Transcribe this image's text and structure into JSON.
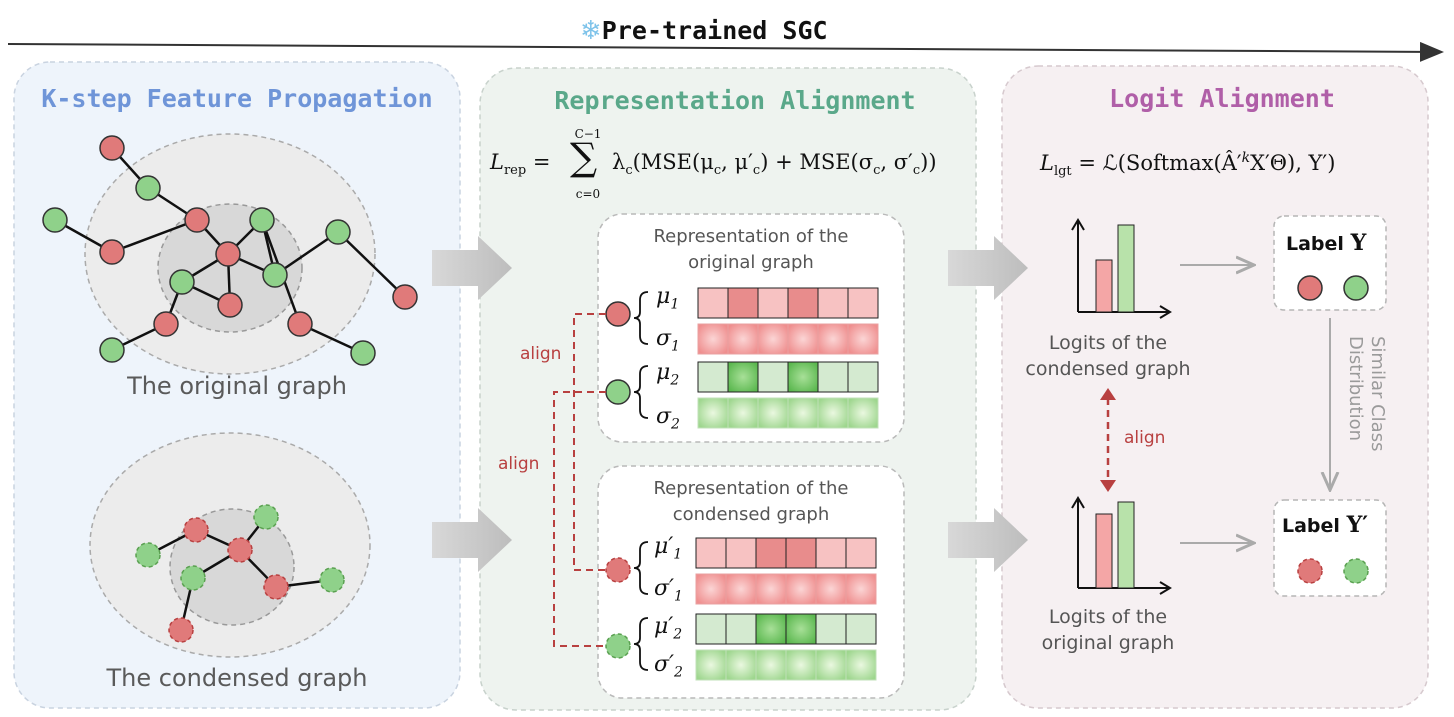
{
  "header": {
    "title": "Pre-trained SGC",
    "snowflake": "❄"
  },
  "panel_left": {
    "title": "K-step Feature Propagation",
    "original_caption": "The original graph",
    "condensed_caption": "The condensed graph"
  },
  "panel_middle": {
    "title": "Representation Alignment",
    "formula": {
      "lhs": "L",
      "lhs_sub": "rep",
      "sum_top": "C−1",
      "sum_bottom": "c=0",
      "body": "λ",
      "body_sub": "c",
      "rest": "(MSE(μ",
      "rest_sub1": "c",
      "mid": ", μ′",
      "mid_sub": "c",
      "plus": ") + MSE(σ",
      "plus_sub": "c",
      "end": ", σ′",
      "end_sub": "c",
      "close": "))"
    },
    "original_box_title": "Representation of the\noriginal graph",
    "condensed_box_title": "Representation of the\ncondensed graph",
    "symbols": {
      "mu1": "μ1",
      "sigma1": "σ1",
      "mu2": "μ2",
      "sigma2": "σ2",
      "mu1p": "μ′1",
      "sigma1p": "σ′1",
      "mu2p": "μ′2",
      "sigma2p": "σ′2"
    },
    "align_label": "align"
  },
  "panel_right": {
    "title": "Logit Alignment",
    "formula": "L",
    "formula_sub": "lgt",
    "formula_rest": " = ℒ(Softmax(Â′",
    "formula_sup": "k",
    "formula_tail": "X′Θ), Y′)",
    "top_chart_caption": "Logits of the\ncondensed graph",
    "bottom_chart_caption": "Logits of the\noriginal graph",
    "label_y": "Label",
    "label_y_sym": "Y",
    "label_yp": "Label",
    "label_yp_sym": "Y′",
    "align_label": "align",
    "side_text": "Similar Class\nDistribution"
  },
  "colors": {
    "red_node": "#e07a7a",
    "green_node": "#8fd18a",
    "blue_title": "#6f95d8",
    "teal_title": "#5aa88a",
    "purple_title": "#b05fa8",
    "align_red": "#b84040"
  }
}
